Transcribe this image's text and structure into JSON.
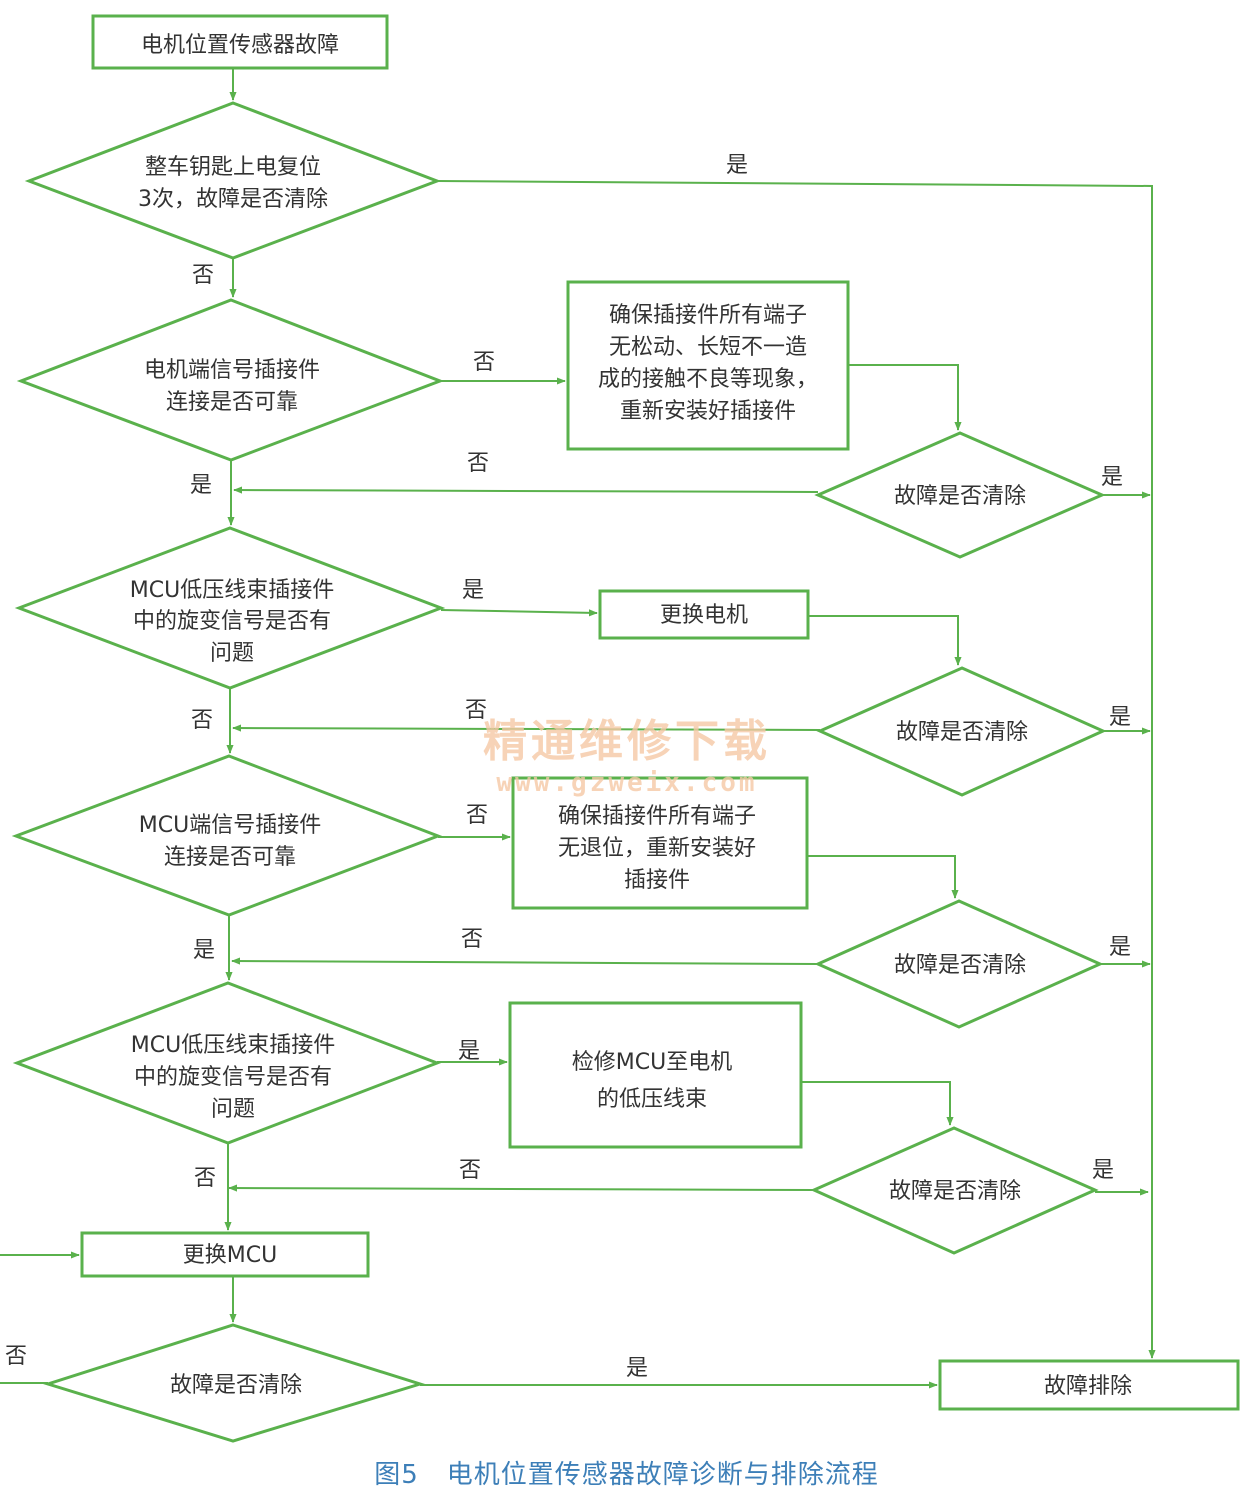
{
  "nodes": {
    "start": "电机位置传感器故障",
    "d1": [
      "整车钥匙上电复位",
      "3次，故障是否清除"
    ],
    "d2": [
      "电机端信号插接件",
      "连接是否可靠"
    ],
    "a2": [
      "确保插接件所有端子",
      "无松动、长短不一造",
      "成的接触不良等现象，",
      "重新安装好插接件"
    ],
    "c2": "故障是否清除",
    "d3": [
      "MCU低压线束插接件",
      "中的旋变信号是否有",
      "问题"
    ],
    "a3": "更换电机",
    "c3": "故障是否清除",
    "d4": [
      "MCU端信号插接件",
      "连接是否可靠"
    ],
    "a4": [
      "确保插接件所有端子",
      "无退位，重新安装好",
      "插接件"
    ],
    "c4": "故障是否清除",
    "d5": [
      "MCU低压线束插接件",
      "中的旋变信号是否有",
      "问题"
    ],
    "a5": [
      "检修MCU至电机",
      "的低压线束"
    ],
    "c5": "故障是否清除",
    "a6": "更换MCU",
    "c6": "故障是否清除",
    "end": "故障排除"
  },
  "labels": {
    "yes": "是",
    "no": "否"
  },
  "watermark": {
    "cn": "精通维修下载",
    "url": "www.gzweix.com"
  },
  "caption": {
    "number": "图5",
    "title": "电机位置传感器故障诊断与排除流程"
  }
}
